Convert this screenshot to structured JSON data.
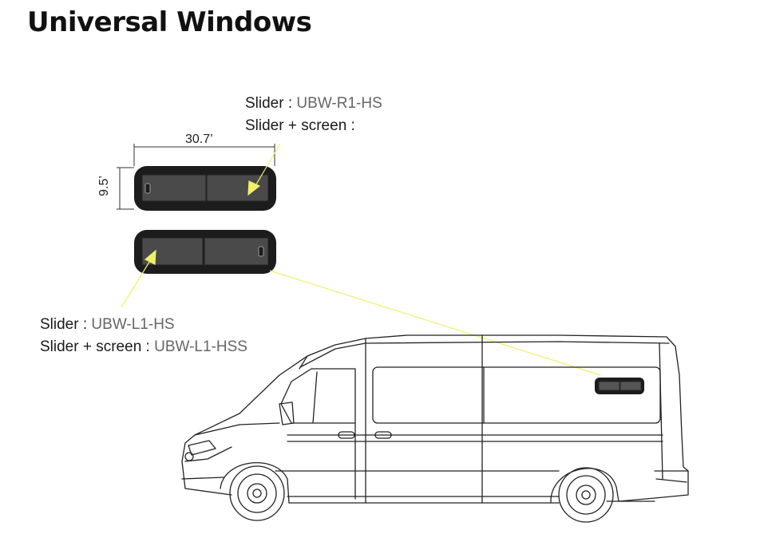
{
  "title": "Universal Windows",
  "right_window": {
    "slider_prefix": "Slider : ",
    "slider_code": "UBW-R1-HS",
    "screen_prefix": "Slider + screen : ",
    "screen_code": ""
  },
  "left_window": {
    "slider_prefix": "Slider : ",
    "slider_code": "UBW-L1-HS",
    "screen_prefix": "Slider + screen : ",
    "screen_code": "UBW-L1-HSS"
  },
  "dimensions": {
    "width": "30.7’",
    "height": "9.5’"
  },
  "colors": {
    "pointer": "#f2ee6a",
    "frame": "#1c1c1c",
    "pane": "#4a4a4a",
    "line": "#222222"
  }
}
